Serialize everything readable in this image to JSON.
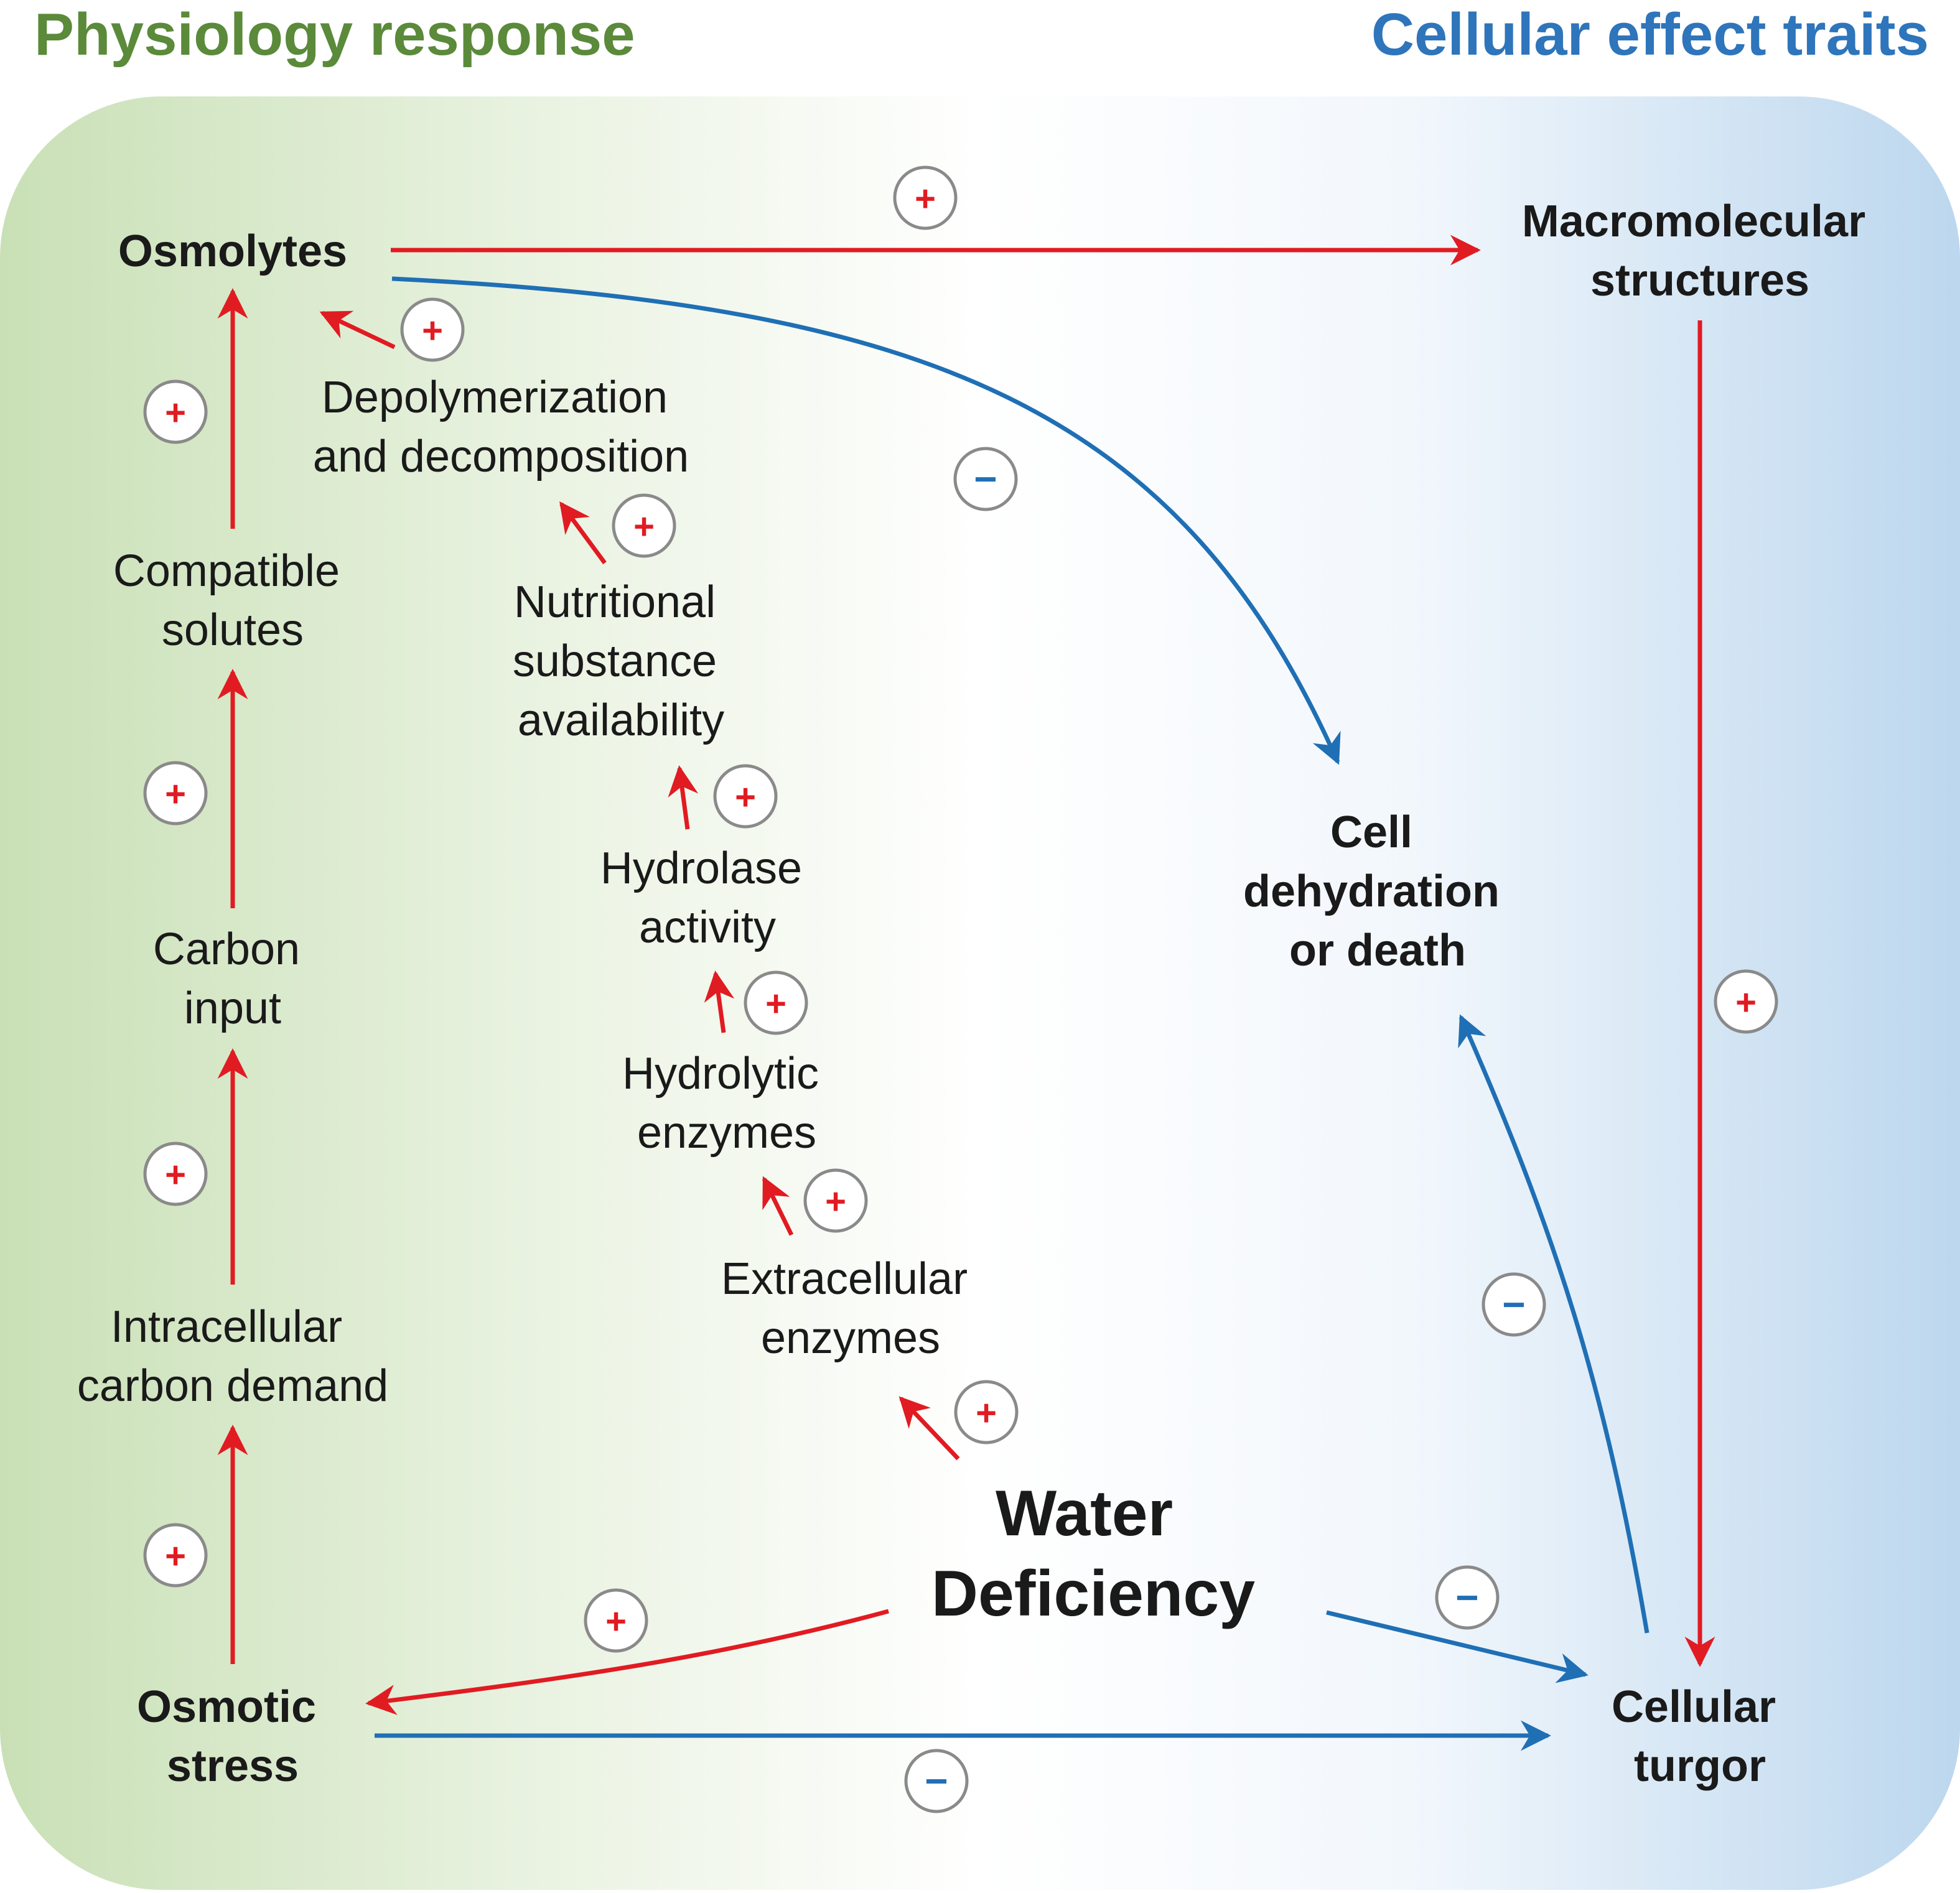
{
  "headers": {
    "left": "Physiology response",
    "right": "Cellular effect traits"
  },
  "colors": {
    "left_header": "#5b8a3a",
    "right_header": "#2e75bb",
    "positive_arrow": "#e11b22",
    "negative_arrow": "#1f6fb5",
    "panel_green": "#c9e0b6",
    "panel_blue": "#bcd7ee"
  },
  "nodes": {
    "osmolytes": [
      "Osmolytes"
    ],
    "macromolecular": [
      "Macromolecular",
      "structures"
    ],
    "depolymerization": [
      "Depolymerization",
      "and decomposition"
    ],
    "compatible_solutes": [
      "Compatible",
      "solutes"
    ],
    "nutritional": [
      "Nutritional",
      "substance",
      "availability"
    ],
    "cell_dehydration": [
      "Cell",
      "dehydration",
      "or death"
    ],
    "hydrolase": [
      "Hydrolase",
      "activity"
    ],
    "carbon_input": [
      "Carbon",
      "input"
    ],
    "hydrolytic": [
      "Hydrolytic",
      "enzymes"
    ],
    "extracellular": [
      "Extracellular",
      "enzymes"
    ],
    "intracellular": [
      "Intracellular",
      "carbon demand"
    ],
    "water_deficiency": [
      "Water",
      "Deficiency"
    ],
    "osmotic_stress": [
      "Osmotic",
      "stress"
    ],
    "cellular_turgor": [
      "Cellular",
      "turgor"
    ]
  },
  "signs": {
    "plus": "+",
    "minus": "−"
  },
  "edges": [
    {
      "from": "osmolytes",
      "to": "macromolecular",
      "sign": "plus"
    },
    {
      "from": "osmolytes",
      "to": "cell_dehydration",
      "sign": "minus"
    },
    {
      "from": "depolymerization",
      "to": "osmolytes",
      "sign": "plus"
    },
    {
      "from": "compatible_solutes",
      "to": "osmolytes",
      "sign": "plus"
    },
    {
      "from": "nutritional",
      "to": "depolymerization",
      "sign": "plus"
    },
    {
      "from": "carbon_input",
      "to": "compatible_solutes",
      "sign": "plus"
    },
    {
      "from": "hydrolase",
      "to": "nutritional",
      "sign": "plus"
    },
    {
      "from": "hydrolytic",
      "to": "hydrolase",
      "sign": "plus"
    },
    {
      "from": "intracellular",
      "to": "carbon_input",
      "sign": "plus"
    },
    {
      "from": "extracellular",
      "to": "hydrolytic",
      "sign": "plus"
    },
    {
      "from": "water_deficiency",
      "to": "extracellular",
      "sign": "plus"
    },
    {
      "from": "osmotic_stress",
      "to": "intracellular",
      "sign": "plus"
    },
    {
      "from": "macromolecular",
      "to": "cellular_turgor",
      "sign": "plus"
    },
    {
      "from": "cellular_turgor",
      "to": "cell_dehydration",
      "sign": "minus"
    },
    {
      "from": "water_deficiency",
      "to": "osmotic_stress",
      "sign": "plus"
    },
    {
      "from": "water_deficiency",
      "to": "cellular_turgor",
      "sign": "minus"
    },
    {
      "from": "osmotic_stress",
      "to": "cellular_turgor",
      "sign": "minus"
    }
  ]
}
